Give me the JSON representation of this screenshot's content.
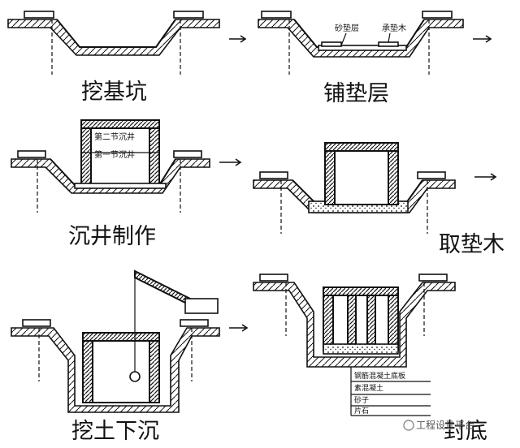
{
  "steps": [
    {
      "label": "挖基坑"
    },
    {
      "label": "铺垫层",
      "annotations": [
        "砂垫层",
        "承垫木"
      ]
    },
    {
      "label": "沉井制作",
      "annotations": [
        "第二节沉井",
        "第一节沉井"
      ]
    },
    {
      "label": "取垫木"
    },
    {
      "label": "挖土下沉"
    },
    {
      "label": "封底",
      "annotations": [
        "钢筋混凝土底板",
        "素混凝土",
        "砂子",
        "片石"
      ]
    }
  ],
  "watermark": "工程设计平台"
}
